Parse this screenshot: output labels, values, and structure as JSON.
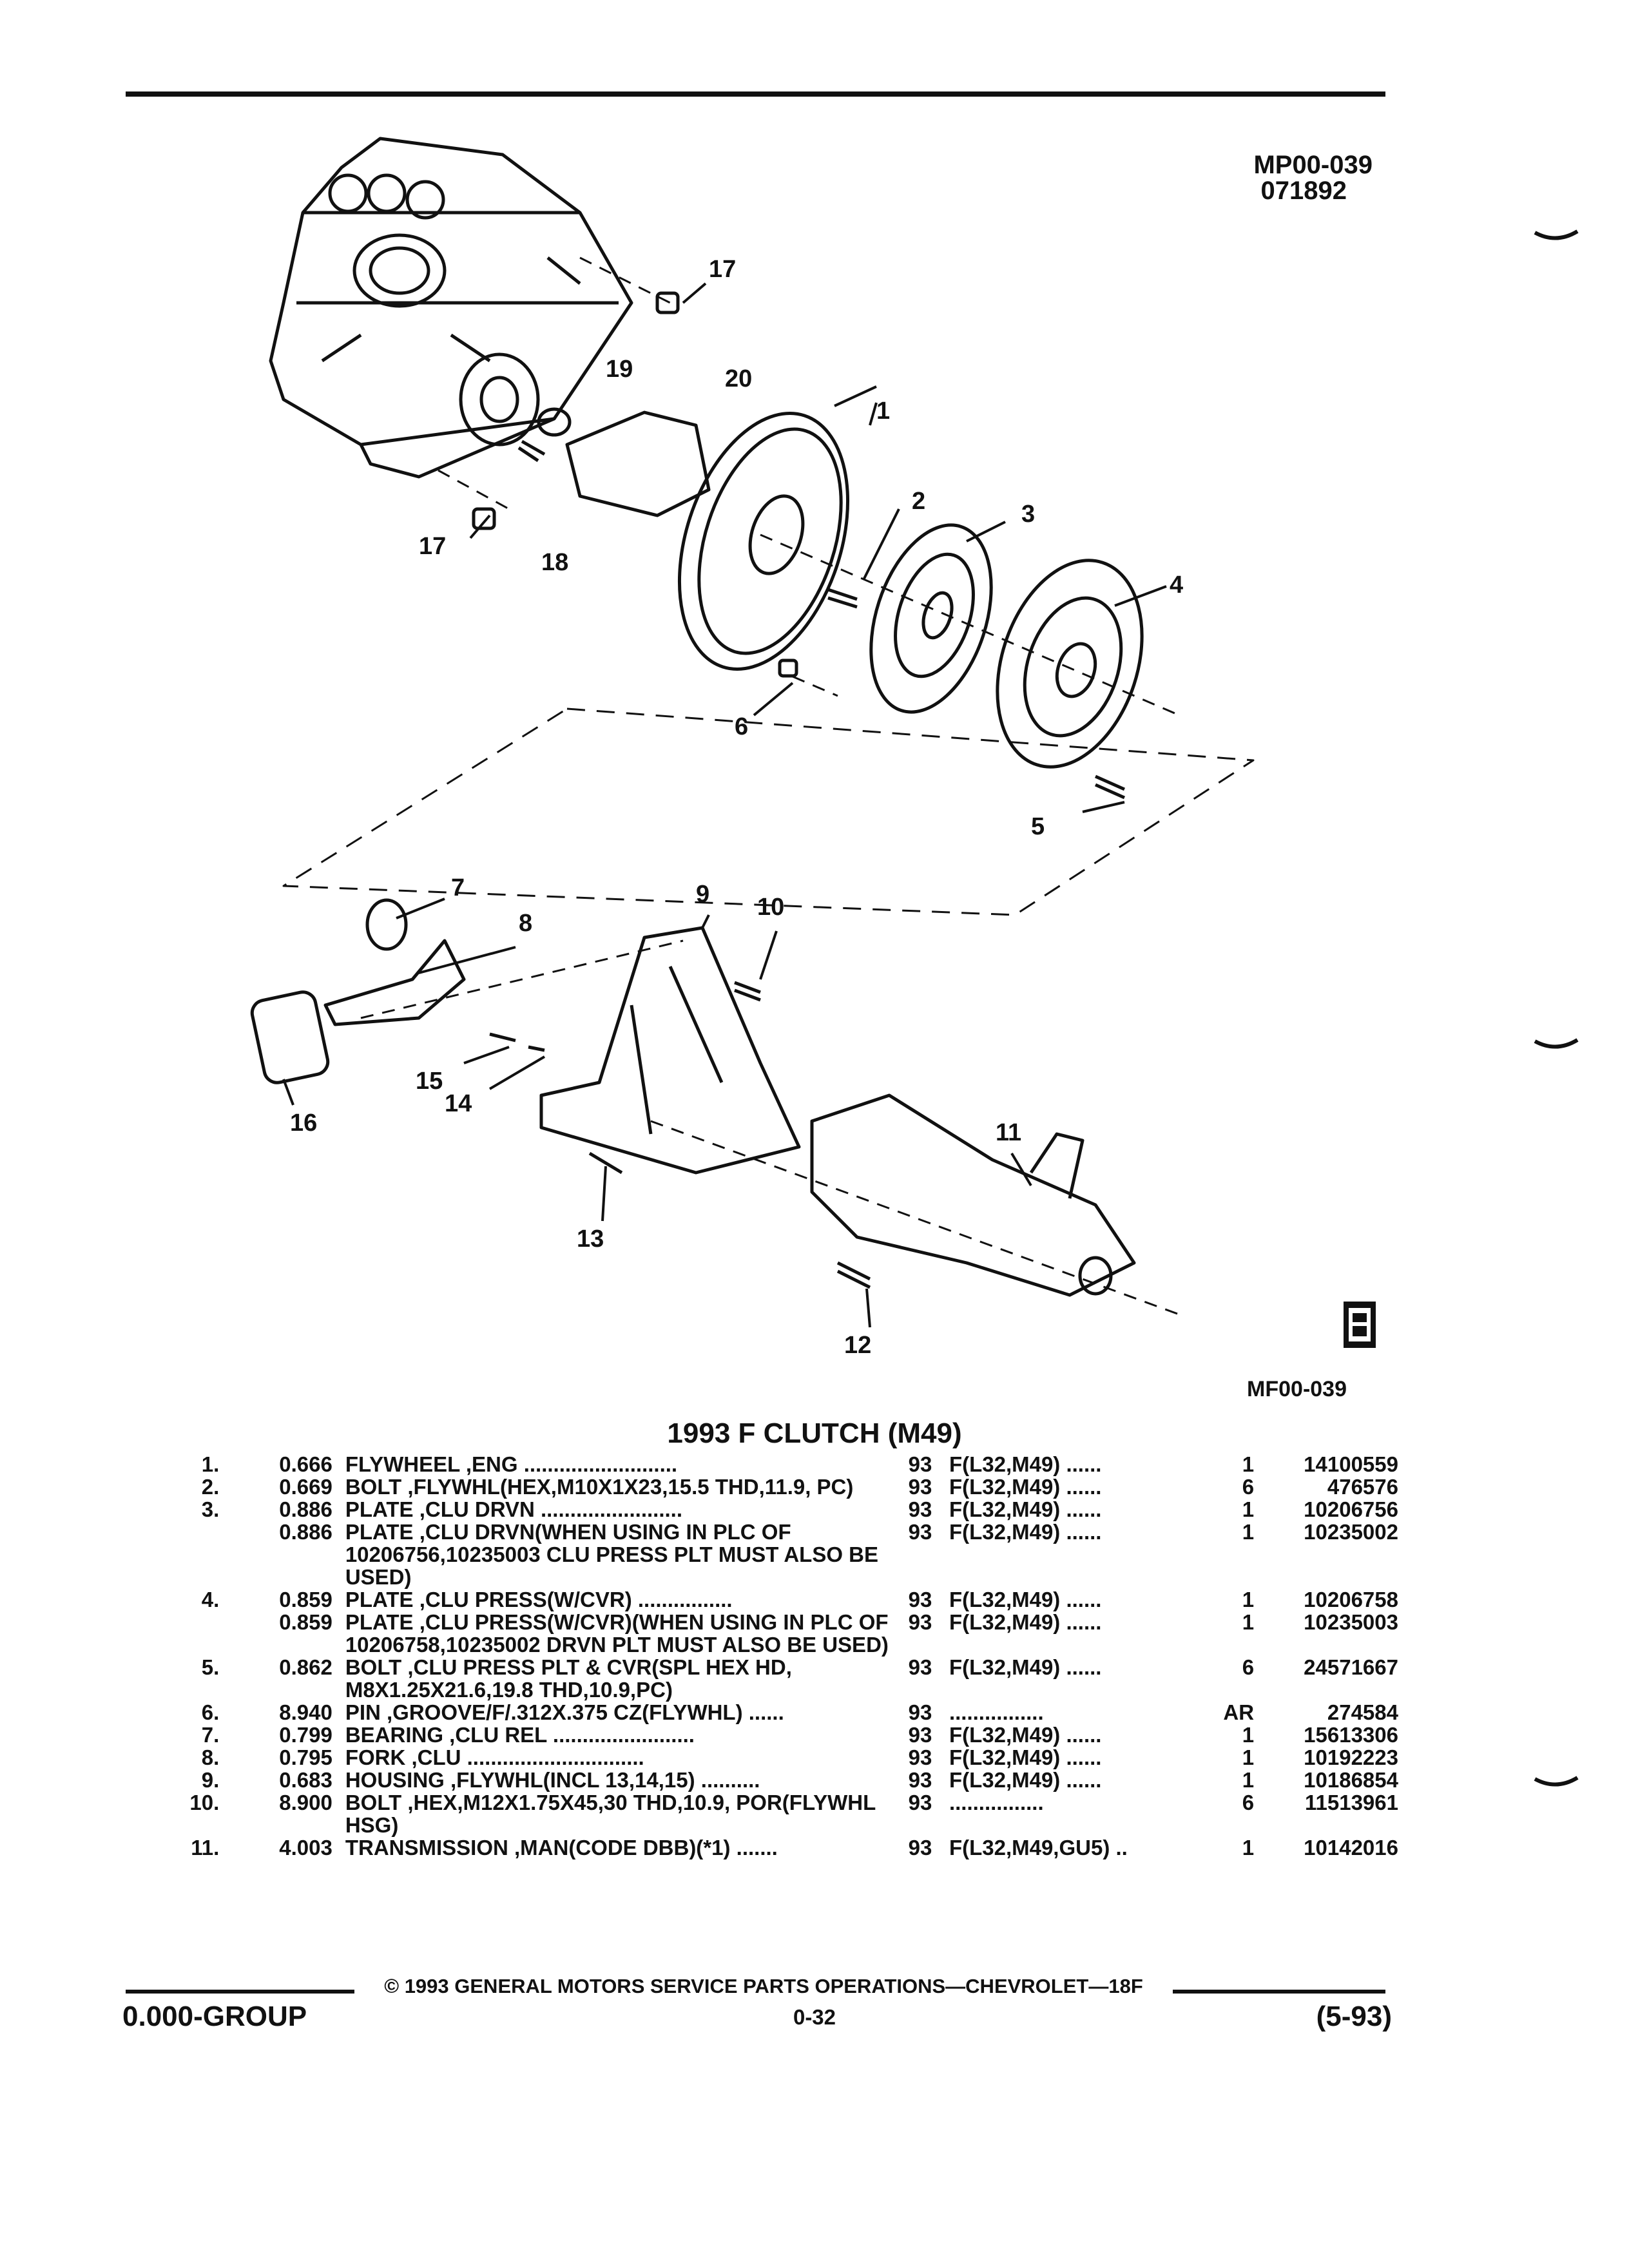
{
  "header": {
    "ref_code": "MP00-039",
    "ref_date": "071892"
  },
  "diagram": {
    "icon": "gm-spo-emblem-icon",
    "ref_code": "MF00-039",
    "callouts": [
      "1",
      "2",
      "3",
      "4",
      "5",
      "6",
      "7",
      "8",
      "9",
      "10",
      "11",
      "12",
      "13",
      "14",
      "15",
      "16",
      "17",
      "17",
      "18",
      "19",
      "20"
    ]
  },
  "title": "1993 F CLUTCH (M49)",
  "parts": [
    {
      "num": "1.",
      "illus": "0.666",
      "desc": "FLYWHEEL ,ENG ..........................",
      "year": "93",
      "models": "F(L32,M49) ......",
      "qty": "1",
      "pn": "14100559"
    },
    {
      "num": "2.",
      "illus": "0.669",
      "desc": "BOLT ,FLYWHL(HEX,M10X1X23,15.5 THD,11.9, PC)",
      "year": "93",
      "models": "F(L32,M49) ......",
      "qty": "6",
      "pn": "476576"
    },
    {
      "num": "3.",
      "illus": "0.886",
      "desc": "PLATE ,CLU DRVN ........................",
      "year": "93",
      "models": "F(L32,M49) ......",
      "qty": "1",
      "pn": "10206756"
    },
    {
      "num": "",
      "illus": "0.886",
      "desc": "PLATE ,CLU DRVN(WHEN USING IN PLC OF 10206756,10235003 CLU PRESS PLT MUST ALSO BE USED)",
      "year": "93",
      "models": "F(L32,M49) ......",
      "qty": "1",
      "pn": "10235002"
    },
    {
      "num": "4.",
      "illus": "0.859",
      "desc": "PLATE ,CLU PRESS(W/CVR) ................",
      "year": "93",
      "models": "F(L32,M49) ......",
      "qty": "1",
      "pn": "10206758"
    },
    {
      "num": "",
      "illus": "0.859",
      "desc": "PLATE ,CLU PRESS(W/CVR)(WHEN USING IN PLC OF 10206758,10235002 DRVN PLT MUST ALSO BE USED)",
      "year": "93",
      "models": "F(L32,M49) ......",
      "qty": "1",
      "pn": "10235003"
    },
    {
      "num": "5.",
      "illus": "0.862",
      "desc": "BOLT ,CLU PRESS PLT & CVR(SPL HEX HD, M8X1.25X21.6,19.8 THD,10.9,PC)",
      "year": "93",
      "models": "F(L32,M49) ......",
      "qty": "6",
      "pn": "24571667"
    },
    {
      "num": "6.",
      "illus": "8.940",
      "desc": "PIN ,GROOVE/F/.312X.375 CZ(FLYWHL) ......",
      "year": "93",
      "models": "................",
      "qty": "AR",
      "pn": "274584"
    },
    {
      "num": "7.",
      "illus": "0.799",
      "desc": "BEARING ,CLU REL ........................",
      "year": "93",
      "models": "F(L32,M49) ......",
      "qty": "1",
      "pn": "15613306"
    },
    {
      "num": "8.",
      "illus": "0.795",
      "desc": "FORK ,CLU ..............................",
      "year": "93",
      "models": "F(L32,M49) ......",
      "qty": "1",
      "pn": "10192223"
    },
    {
      "num": "9.",
      "illus": "0.683",
      "desc": "HOUSING ,FLYWHL(INCL 13,14,15) ..........",
      "year": "93",
      "models": "F(L32,M49) ......",
      "qty": "1",
      "pn": "10186854"
    },
    {
      "num": "10.",
      "illus": "8.900",
      "desc": "BOLT ,HEX,M12X1.75X45,30 THD,10.9, POR(FLYWHL HSG)",
      "year": "93",
      "models": "................",
      "qty": "6",
      "pn": "11513961"
    },
    {
      "num": "11.",
      "illus": "4.003",
      "desc": "TRANSMISSION ,MAN(CODE DBB)(*1) .......",
      "year": "93",
      "models": "F(L32,M49,GU5) ..",
      "qty": "1",
      "pn": "10142016"
    }
  ],
  "footer": {
    "copyright": "© 1993 GENERAL MOTORS SERVICE PARTS OPERATIONS—CHEVROLET—18F",
    "group": "0.000-GROUP",
    "page": "0-32",
    "date": "(5-93)"
  }
}
